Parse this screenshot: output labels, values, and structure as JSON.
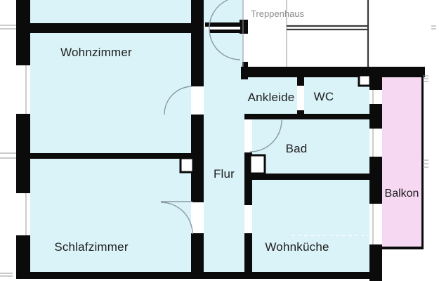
{
  "plan": {
    "title": "apartment-floor-plan",
    "rooms": {
      "wohnzimmer": "Wohnzimmer",
      "schlafzimmer": "Schlafzimmer",
      "flur": "Flur",
      "bad": "Bad",
      "ankleide": "Ankleide",
      "wc": "WC",
      "wohnkueche": "Wohnküche",
      "balkon": "Balkon",
      "treppenhaus": "Treppenhaus"
    },
    "colors": {
      "room_fill": "#daf3f8",
      "balcony_fill": "#f6d8f2",
      "wall": "#0b0b0b",
      "outside": "#ffffff",
      "door_arc": "#8a9aa4",
      "label_text": "#1d1d1d",
      "stairs_text": "#8d8d8d",
      "thin_line": "#9a9a9a",
      "stair_line": "#3a3a3a"
    }
  }
}
